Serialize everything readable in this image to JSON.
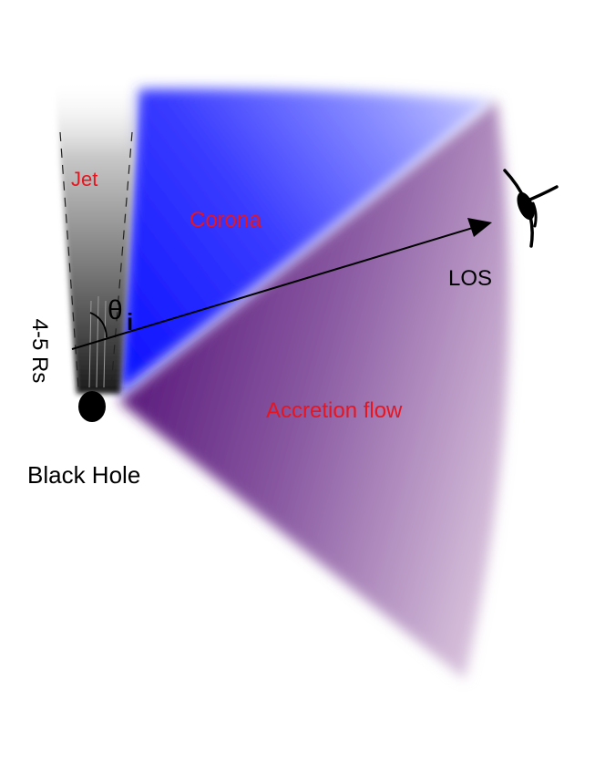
{
  "labels": {
    "jet": "Jet",
    "corona": "Corona",
    "accretion_flow": "Accretion flow",
    "los": "LOS",
    "theta": "θ",
    "theta_sub": "i",
    "height": "4-5 Rs",
    "black_hole": "Black Hole"
  },
  "colors": {
    "label_red": "#e8141e",
    "corona_blue": "#1a1aff",
    "accretion_purple": "#6a2a86",
    "jet_gray": "#202020",
    "line_black": "#000000"
  },
  "icons": {
    "observer": "eye-icon"
  }
}
